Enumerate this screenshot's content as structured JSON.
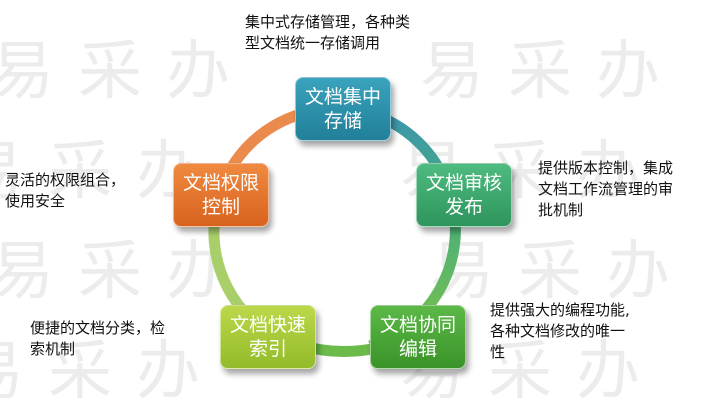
{
  "watermark": "易采办",
  "nodes": [
    {
      "label": "文档集中\n存储",
      "color": "#2f93ad"
    },
    {
      "label": "文档审核\n发布",
      "color": "#3aa86e"
    },
    {
      "label": "文档协同\n编辑",
      "color": "#4aa838"
    },
    {
      "label": "文档快速\n索引",
      "color": "#a5c93a"
    },
    {
      "label": "文档权限\n控制",
      "color": "#e5742e"
    }
  ],
  "descriptions": [
    "集中式存储管理，各种类\n型文档统一存储调用",
    "提供版本控制，集成\n文档工作流管理的审\n批机制",
    "提供强大的编程功能,\n各种文档修改的唯一\n性",
    "便捷的文档分类，检\n索机制",
    "灵活的权限组合，\n使用安全"
  ]
}
